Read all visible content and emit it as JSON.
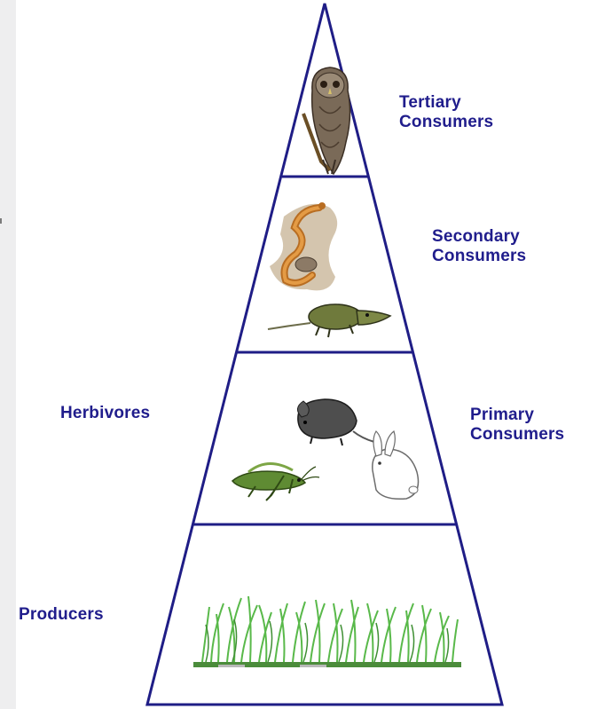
{
  "labels": {
    "tertiary": [
      "Tertiary",
      "Consumers"
    ],
    "secondary": [
      "Secondary",
      "Consumers"
    ],
    "primary": [
      "Primary",
      "Consumers"
    ],
    "herbivores": "Herbivores",
    "producers": "Producers"
  },
  "colors": {
    "outline": "#1f1d86",
    "label_text": "#201d8c"
  },
  "icons": {
    "tier_tertiary": "owl-icon",
    "tier_secondary": [
      "snake-icon",
      "shrew-icon"
    ],
    "tier_primary": [
      "mouse-icon",
      "rabbit-icon",
      "grasshopper-icon"
    ],
    "tier_producers": "grass-icon"
  }
}
